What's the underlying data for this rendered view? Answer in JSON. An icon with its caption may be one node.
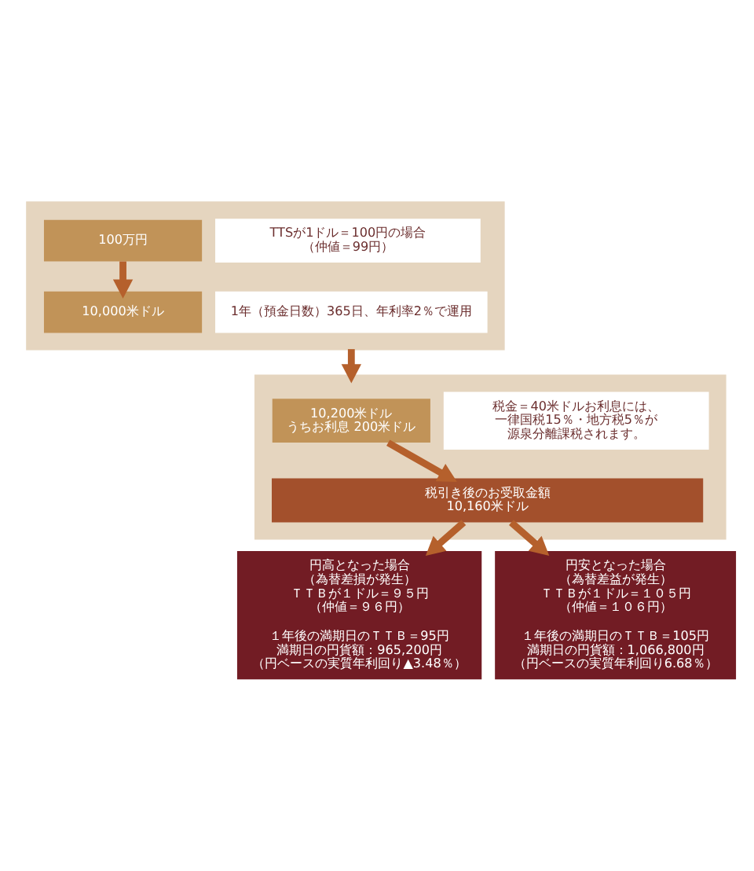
{
  "diagram": {
    "nodes": [
      {
        "text": [],
        "shape": "box"
      },
      {
        "text": [
          "100万円"
        ],
        "in": 0
      },
      {
        "text": [
          "TTSが1ドル＝100円の場合（仲値＝99円）"
        ],
        "in": 0
      },
      {
        "text": [
          "10,000米ドル"
        ],
        "in": 0
      },
      {
        "text": [
          "1年（預金日数）365日、年利率2％で運用"
        ],
        "in": 0
      },
      {
        "text": [],
        "shape": "box"
      },
      {
        "text": [
          "10,200米ドル",
          "うちお利息 200米ドル"
        ],
        "in": 5
      },
      {
        "text": [
          "税金＝40米ドルお利息には、一律国税15％・地方税5％が源泉分離課税されます。"
        ],
        "in": 5
      },
      {
        "text": [
          "税引き後のお受取金額",
          "10,160米ドル"
        ],
        "in": 5
      },
      {
        "text": [
          "円高となった場合（為替差損が発生）ＴＴＢが１ドル＝９５円（仲値＝９６円）",
          "１年後の満期日のＴＴＢ＝95円満期日の円貨額：965,200円（円ベースの実質年利回り▲3.48％）"
        ]
      },
      {
        "text": [
          "円安となった場合（為替差益が発生）ＴＴＢが１ドル＝１０５円（仲値＝１０６円）",
          "１年後の満期日のＴＴＢ＝105円満期日の円貨額：1,066,800円（円ベースの実質年利回り6.68％）"
        ]
      }
    ],
    "edges": [
      {
        "from": 1,
        "to": 3,
        "arrow": "to"
      },
      {
        "from": 0,
        "to": 5,
        "arrow": "to"
      },
      {
        "from": 6,
        "to": 8,
        "arrow": "to"
      },
      {
        "from": 8,
        "to": 9,
        "arrow": "to"
      },
      {
        "from": 8,
        "to": 10,
        "arrow": "to"
      }
    ]
  }
}
